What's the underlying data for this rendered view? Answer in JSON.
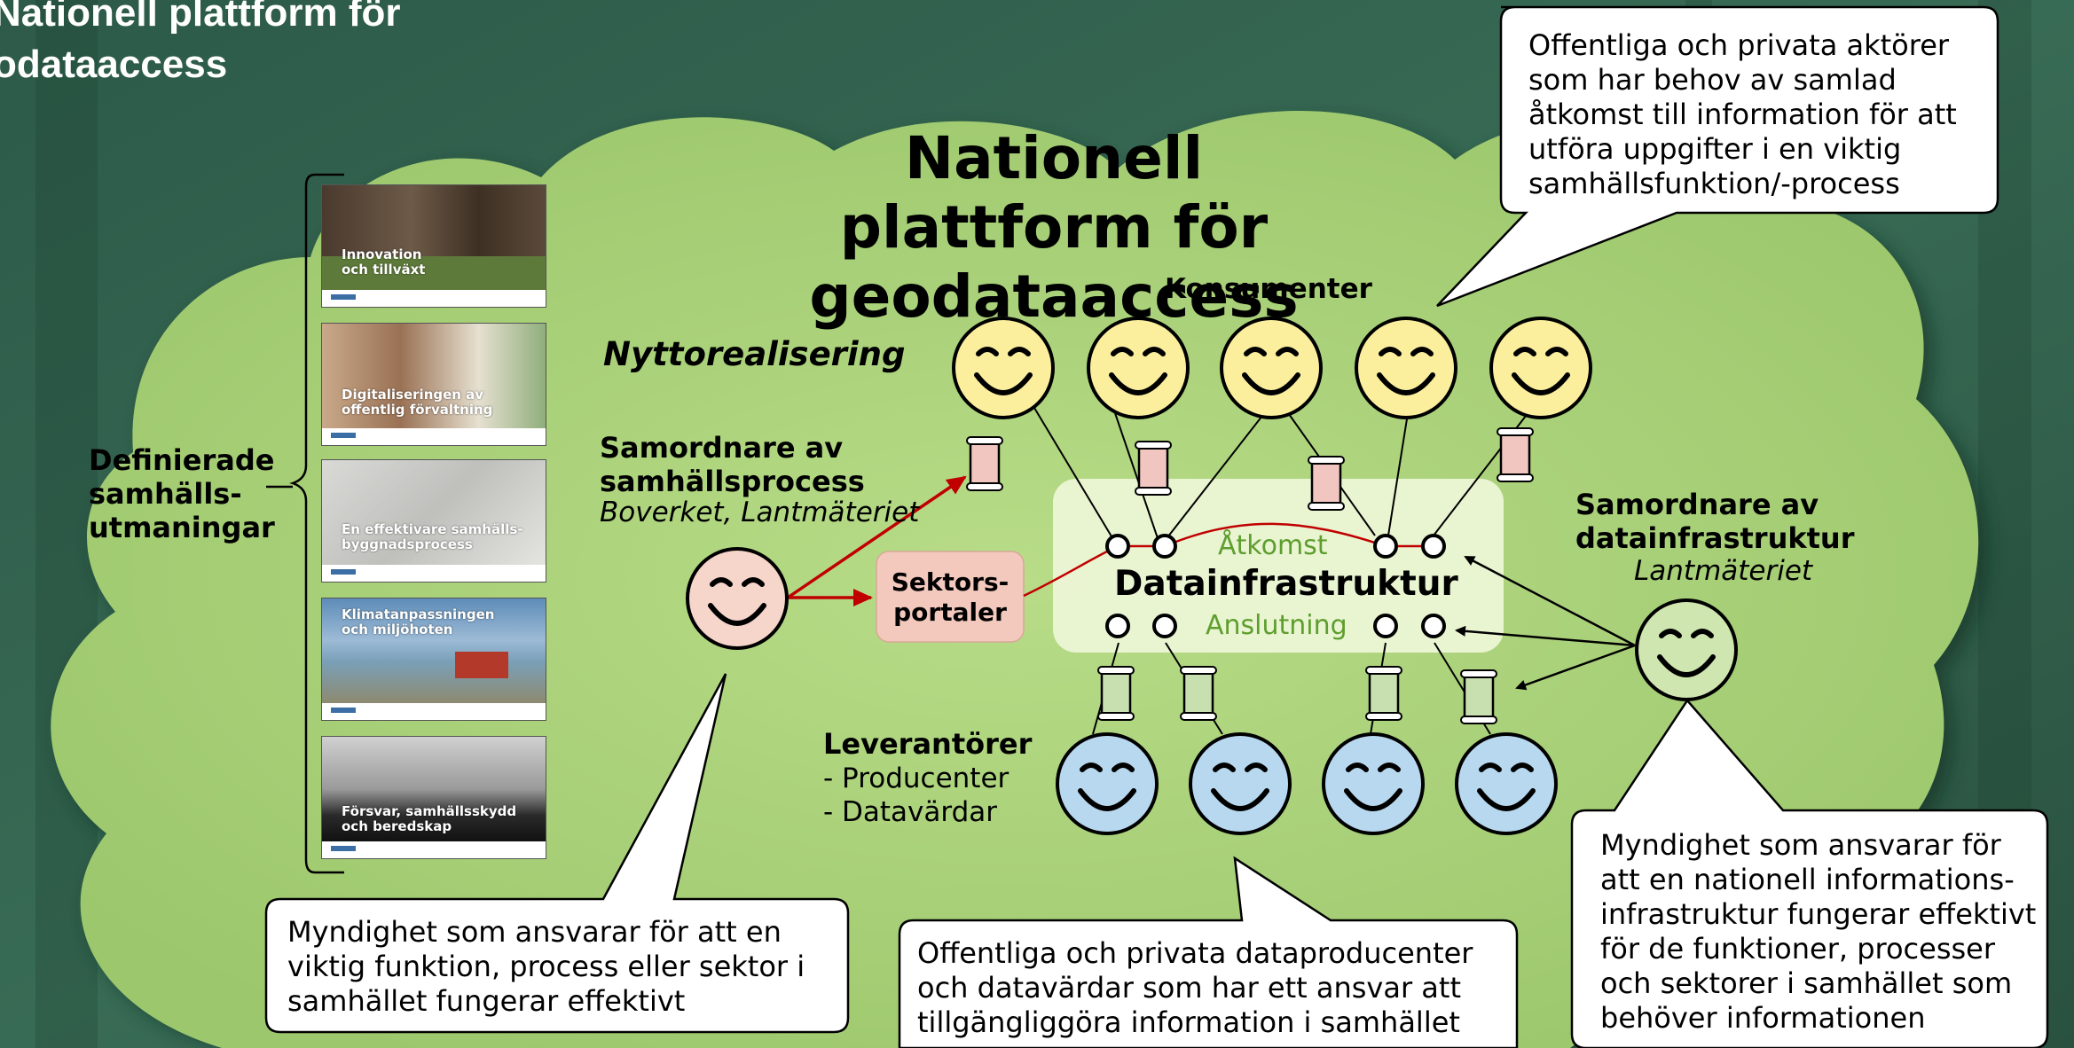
{
  "corner_title": {
    "line1": "Nationell plattform för",
    "line2": "odataaccess"
  },
  "main_title": "Nationell plattform för geodataaccess",
  "labels": {
    "konsumenter": "Konsumenter",
    "nyttorealisering": "Nyttorealisering",
    "samordnare_process_1": "Samordnare av",
    "samordnare_process_2": "samhällsprocess",
    "samordnare_process_orgs": "Boverket, Lantmäteriet",
    "sektorsportaler_1": "Sektors-",
    "sektorsportaler_2": "portaler",
    "atkomst": "Åtkomst",
    "datainfrastruktur": "Datainfrastruktur",
    "anslutning": "Anslutning",
    "samordnare_infra_1": "Samordnare av",
    "samordnare_infra_2": "datainfrastruktur",
    "samordnare_infra_org": "Lantmäteriet",
    "leverantorer": "Leverantörer",
    "producenter": "- Producenter",
    "datavardar": "- Datavärdar",
    "definierade_1": "Definierade",
    "definierade_2": "samhälls-",
    "definierade_3": "utmaningar"
  },
  "thumbnails": [
    {
      "line1": "Innovation",
      "line2": "och tillväxt"
    },
    {
      "line1": "Digitaliseringen av",
      "line2": "offentlig förvaltning"
    },
    {
      "line1": "En effektivare samhälls-",
      "line2": "byggnadsprocess"
    },
    {
      "line1": "Klimatanpassningen",
      "line2": "och miljöhoten"
    },
    {
      "line1": "Försvar, samhällsskydd",
      "line2": "och beredskap"
    }
  ],
  "callouts": {
    "consumers": [
      "Offentliga och privata aktörer",
      "som har behov av samlad",
      "åtkomst till information för att",
      "utföra uppgifter i en viktig",
      "samhällsfunktion/-process"
    ],
    "process_authority": [
      "Myndighet som ansvarar för att en",
      "viktig funktion, process eller sektor i",
      "samhället fungerar effektivt"
    ],
    "suppliers": [
      "Offentliga och privata dataproducenter",
      "och datavärdar som har ett ansvar att",
      "tillgängliggöra information i samhället"
    ],
    "infra_authority": [
      "Myndighet som ansvarar för",
      "att en nationell informations-",
      "infrastruktur fungerar effektivt",
      "för de funktioner, processer",
      "och sektorer i samhället som",
      "behöver informationen"
    ]
  },
  "colors": {
    "cloud": "#a9d179",
    "consumer_face": "#fbef9e",
    "supplier_face": "#b7d8ee",
    "process_face": "#f6d5cb",
    "infra_face": "#cfe6b0",
    "portal_box": "#f3c9bd",
    "infra_box": "#eef6d8",
    "access_line": "#c00000",
    "anslutning_text": "#5e9e2e"
  },
  "icons": [
    "smiley-face-icon",
    "document-scroll-icon",
    "connector-ring-icon",
    "arrow-icon"
  ]
}
